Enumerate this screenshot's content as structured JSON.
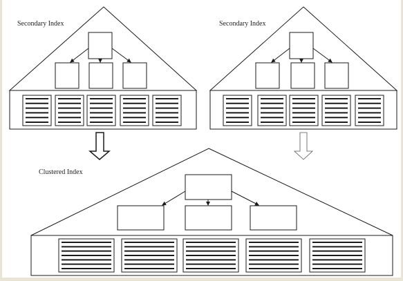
{
  "diagram": {
    "left_tree": {
      "label": "Secondary Index",
      "arrow_style": "solid",
      "leaf_pages": 5,
      "index_children": 3
    },
    "right_tree": {
      "label": "Secondary Index",
      "arrow_style": "hollow",
      "leaf_pages": 5,
      "index_children": 3
    },
    "clustered_tree": {
      "label": "Clustered Index",
      "leaf_pages": 5,
      "index_children": 3
    }
  },
  "colors": {
    "line": "#1a1a1a",
    "background": "#ffffff",
    "page_border": "#e8e4d6"
  }
}
